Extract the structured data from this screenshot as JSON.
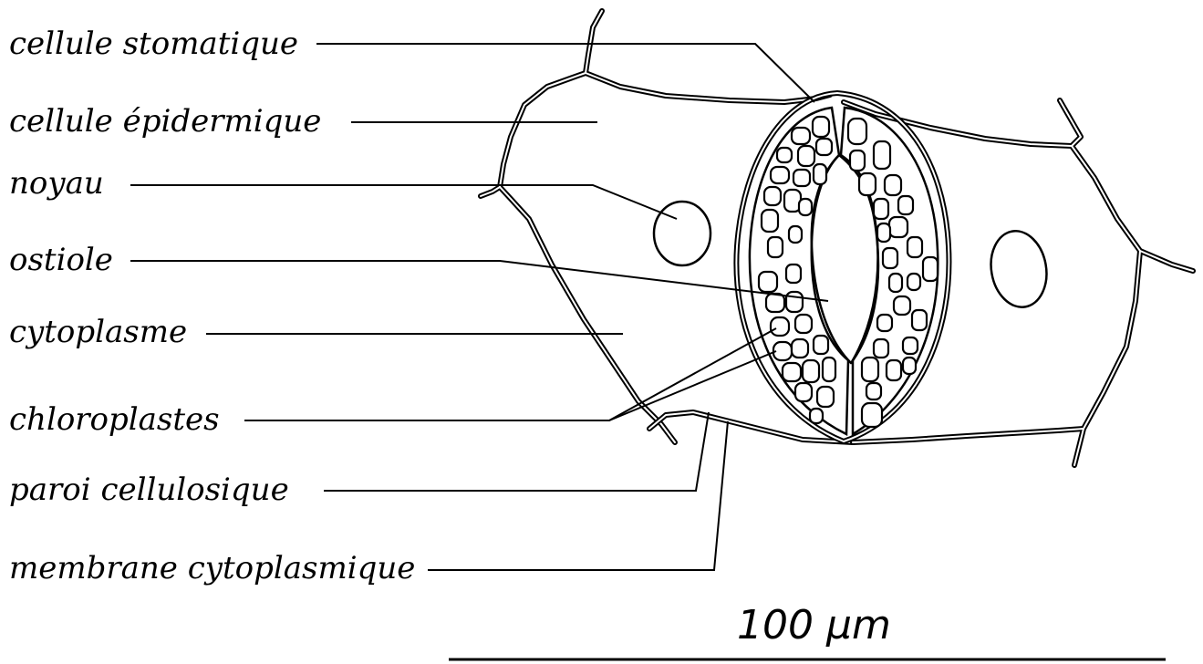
{
  "labels": {
    "cellule_stomatique": "cellule stomatique",
    "cellule_epidermique": "cellule épidermique",
    "noyau": "noyau",
    "ostiole": "ostiole",
    "cytoplasme": "cytoplasme",
    "chloroplastes": "chloroplastes",
    "paroi_cellulosique": "paroi cellulosique",
    "membrane_cytoplasmique": "membrane cytoplasmique"
  },
  "scale_bar": {
    "text": "100 µm"
  }
}
